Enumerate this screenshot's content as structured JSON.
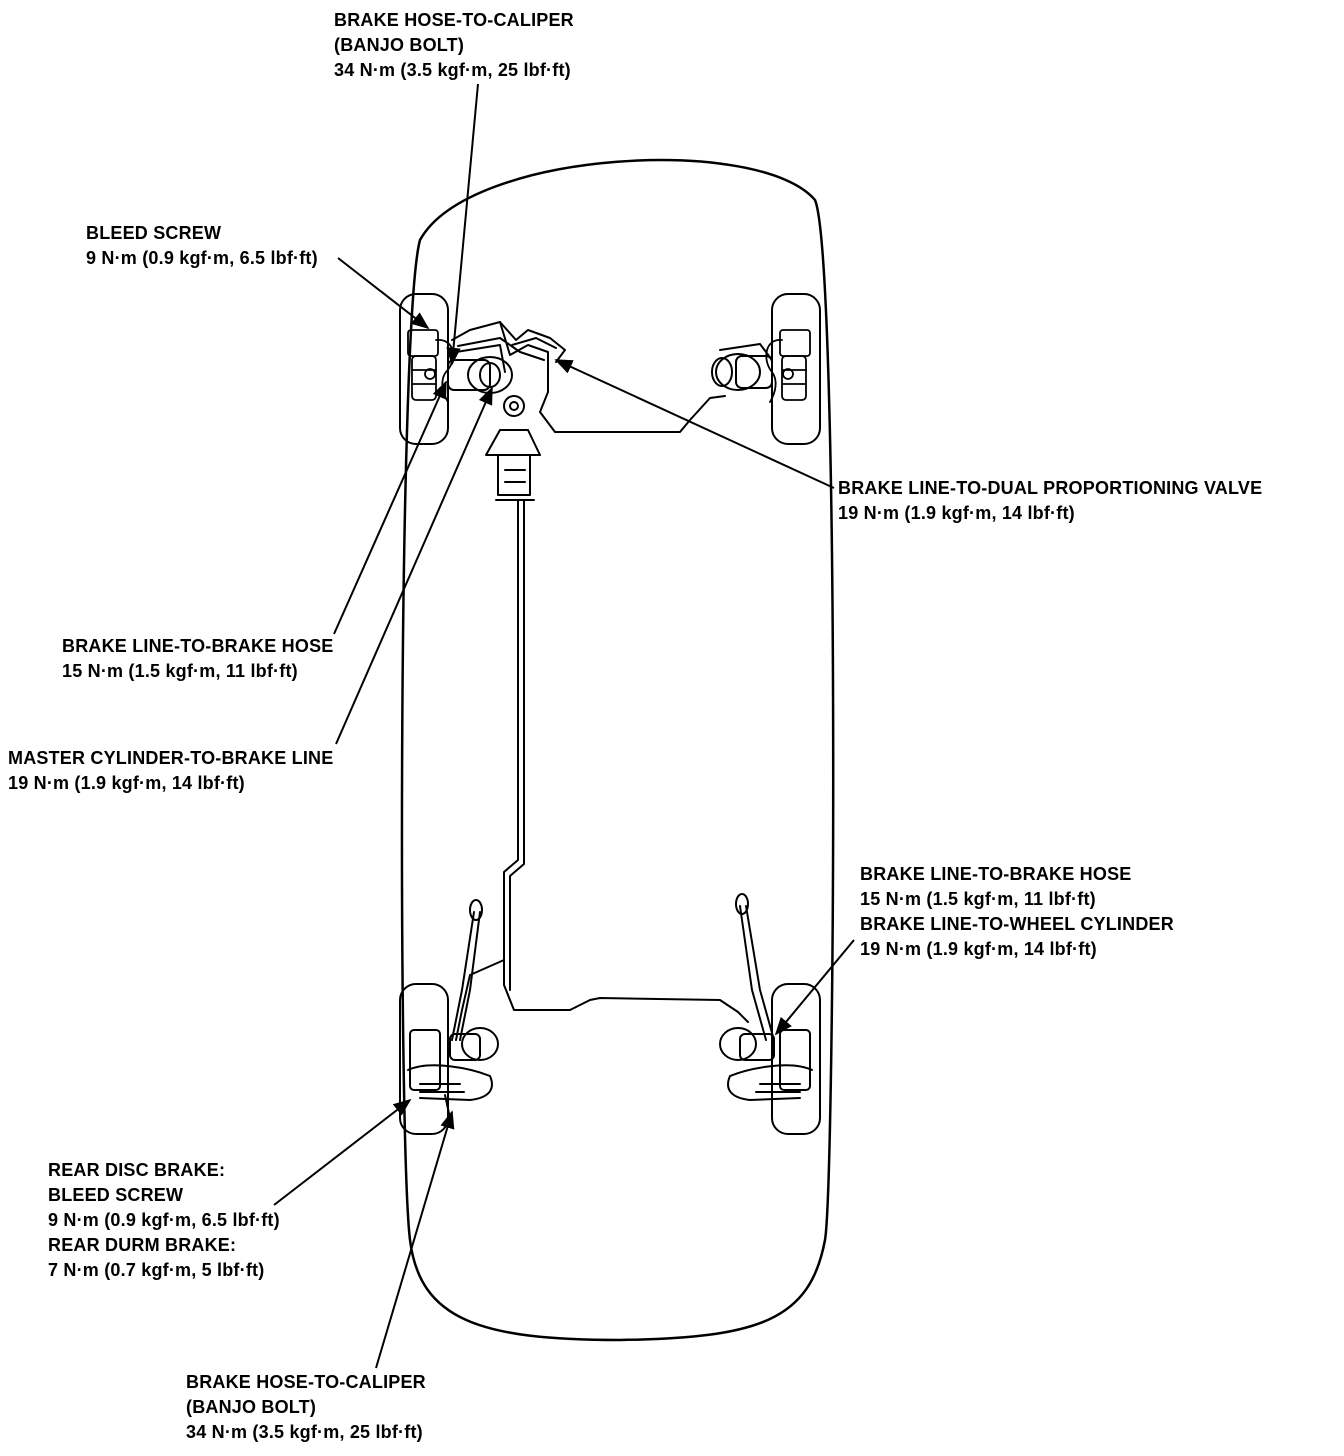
{
  "labels": {
    "front_hose_caliper": [
      "BRAKE HOSE-TO-CALIPER",
      "(BANJO BOLT)",
      "34 N·m (3.5 kgf·m, 25 lbf·ft)"
    ],
    "front_bleed_screw": [
      "BLEED SCREW",
      "9 N·m (0.9 kgf·m, 6.5 lbf·ft)"
    ],
    "dual_proportioning_valve": [
      "BRAKE LINE-TO-DUAL PROPORTIONING VALVE",
      "19 N·m (1.9 kgf·m, 14 lbf·ft)"
    ],
    "front_line_to_hose": [
      "BRAKE LINE-TO-BRAKE HOSE",
      "15 N·m (1.5 kgf·m, 11 lbf·ft)"
    ],
    "master_cylinder_line": [
      "MASTER CYLINDER-TO-BRAKE LINE",
      "19 N·m (1.9 kgf·m, 14 lbf·ft)"
    ],
    "rear_line_hose_wheel_cyl": [
      "BRAKE LINE-TO-BRAKE HOSE",
      "15 N·m (1.5 kgf·m, 11 lbf·ft)",
      "BRAKE LINE-TO-WHEEL CYLINDER",
      "19 N·m (1.9 kgf·m, 14 lbf·ft)"
    ],
    "rear_bleed_screw": [
      "REAR DISC BRAKE:",
      "BLEED SCREW",
      "9 N·m (0.9 kgf·m, 6.5 lbf·ft)",
      "REAR DURM BRAKE:",
      "7 N·m (0.7 kgf·m, 5 lbf·ft)"
    ],
    "rear_hose_caliper": [
      "BRAKE HOSE-TO-CALIPER",
      "(BANJO BOLT)",
      "34 N·m (3.5 kgf·m, 25 lbf·ft)"
    ]
  }
}
